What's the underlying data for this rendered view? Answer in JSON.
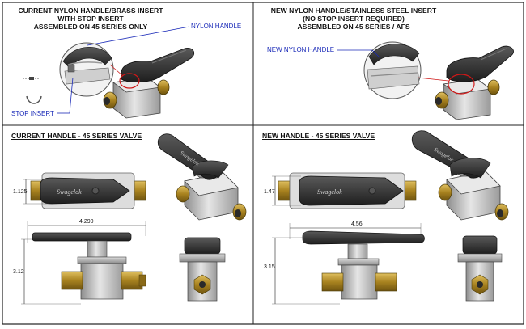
{
  "panels": {
    "top_left": {
      "caption_lines": [
        "CURRENT NYLON HANDLE/BRASS INSERT",
        "WITH STOP INSERT",
        "ASSEMBLED ON 45 SERIES ONLY"
      ],
      "callout_nylon": "NYLON HANDLE",
      "callout_stop": "STOP INSERT"
    },
    "top_right": {
      "caption_lines": [
        "NEW NYLON HANDLE/STAINLESS STEEL INSERT",
        "(NO STOP INSERT REQUIRED)",
        "ASSEMBLED ON 45 SERIES / AFS"
      ],
      "callout_nylon": "NEW NYLON HANDLE"
    },
    "bottom_left": {
      "heading": "CURRENT HANDLE - 45 SERIES VALVE",
      "dim_height": "1.125",
      "dim_width": "4.290",
      "dim_total": "3.12",
      "brand": "Swagelok"
    },
    "bottom_right": {
      "heading": "NEW HANDLE - 45 SERIES VALVE",
      "dim_height": "1.47",
      "dim_width": "4.56",
      "dim_total": "3.15",
      "brand": "Swagelok"
    }
  },
  "colors": {
    "callout": "#1a2ab8",
    "highlight": "#d01818",
    "handle": "#3a3a3a",
    "brass": "#b08a2a",
    "steel": "#c9c9c9"
  }
}
